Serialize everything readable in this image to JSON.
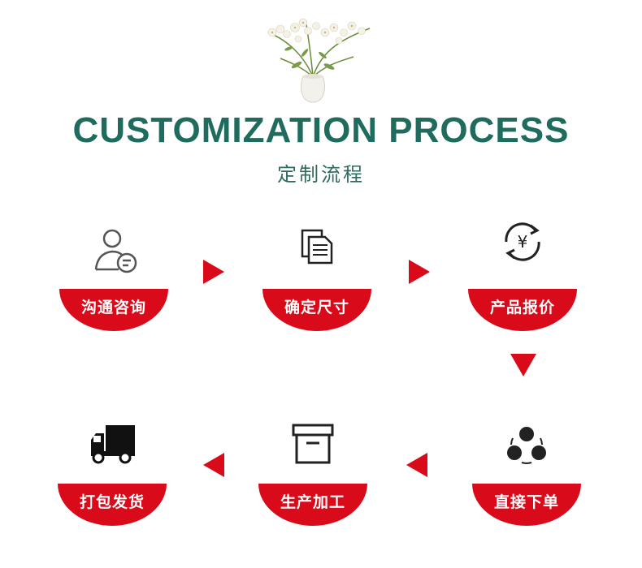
{
  "header": {
    "title": "CUSTOMIZATION PROCESS",
    "subtitle": "定制流程"
  },
  "colors": {
    "accent_red": "#d90a1a",
    "title_green": "#1f6b5e"
  },
  "steps": [
    {
      "label": "沟通咨询",
      "icon": "user-chat-icon"
    },
    {
      "label": "确定尺寸",
      "icon": "documents-icon"
    },
    {
      "label": "产品报价",
      "icon": "yen-exchange-icon"
    },
    {
      "label": "直接下单",
      "icon": "order-circles-icon"
    },
    {
      "label": "生产加工",
      "icon": "box-icon"
    },
    {
      "label": "打包发货",
      "icon": "truck-icon"
    }
  ]
}
